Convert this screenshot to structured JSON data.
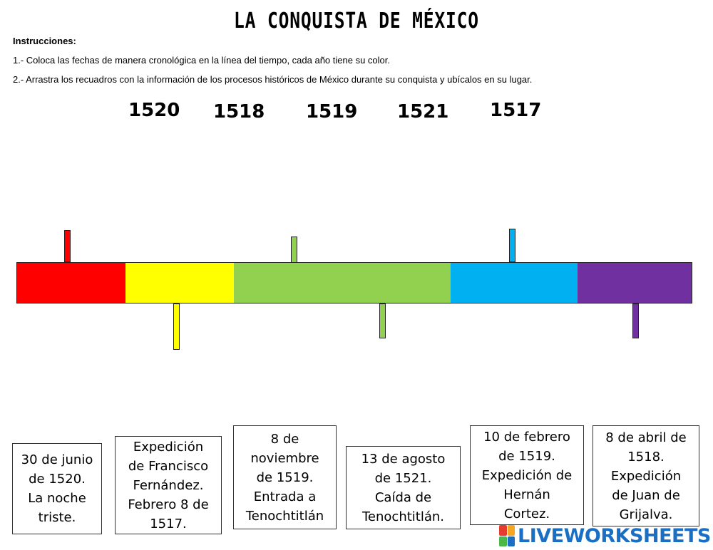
{
  "title": "LA CONQUISTA DE MÉXICO",
  "instructions": {
    "heading": "Instrucciones:",
    "step1": "1.- Coloca las fechas de manera cronológica en la línea del tiempo, cada año tiene su color.",
    "step2": "2.- Arrastra los recuadros con la información de los procesos históricos de México durante su conquista y ubícalos en su lugar."
  },
  "years": [
    "1520",
    "1518",
    "1519",
    "1521",
    "1517"
  ],
  "timeline": {
    "colors": [
      "#ff0000",
      "#ffff00",
      "#92d050",
      "#00b0f0",
      "#7030a0"
    ]
  },
  "cards": [
    "30 de junio\nde 1520.\nLa noche\ntriste.",
    "Expedición\nde Francisco\nFernández.\nFebrero 8 de\n1517.",
    "8 de\nnoviembre\nde 1519.\nEntrada a\nTenochtitlán",
    "13 de agosto\nde 1521.\nCaída de\nTenochtitlán.",
    "10 de febrero\nde 1519.\nExpedición de\nHernán\nCortez.",
    "8 de abril de\n1518.\nExpedición\nde Juan de\nGrijalva."
  ],
  "branding": {
    "logo_text": "LIVEWORKSHEETS",
    "logo_colors": [
      "#e63b2e",
      "#f5a623",
      "#4cb848",
      "#1a6fc4"
    ]
  }
}
